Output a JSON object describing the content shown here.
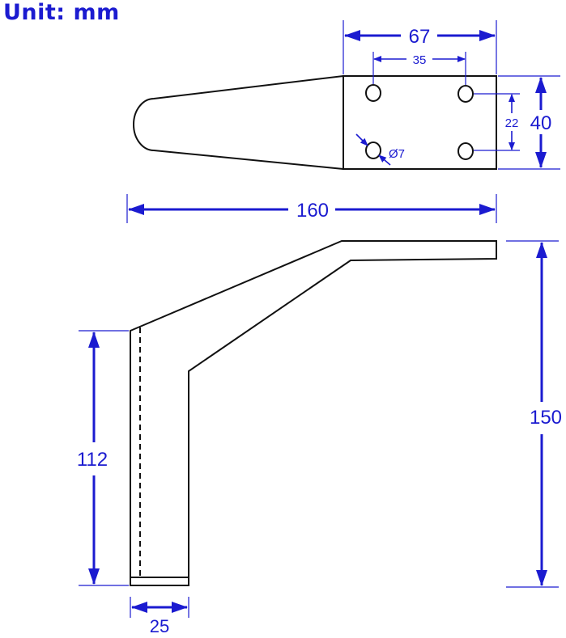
{
  "header": {
    "unit_label": "Unit: mm"
  },
  "dimensions": {
    "plate_width": "67",
    "hole_spacing_x": "35",
    "hole_spacing_y": "22",
    "plate_height": "40",
    "hole_diameter": "Ø7",
    "total_length": "160",
    "total_height": "150",
    "leg_height": "112",
    "leg_width": "25"
  },
  "colors": {
    "dimension": "#1b1bd0",
    "outline": "#111111",
    "background": "#ffffff"
  }
}
